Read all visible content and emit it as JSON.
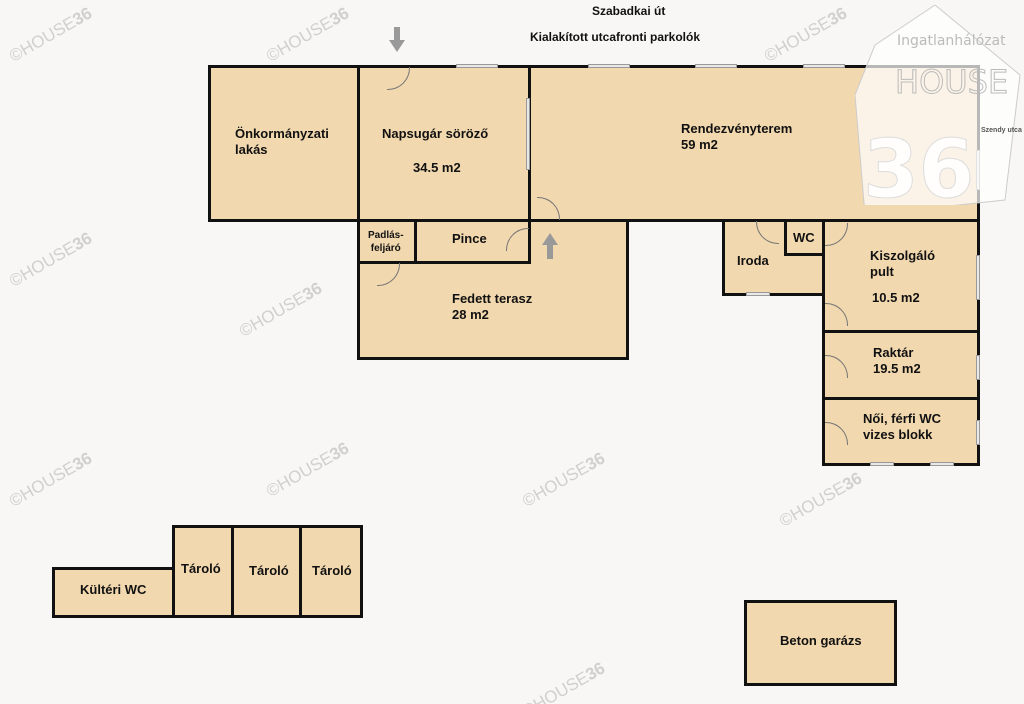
{
  "streets": {
    "top": "Szabadkai út",
    "parking": "Kialakított utcafronti parkolók",
    "right": "Szendy utca"
  },
  "rooms": {
    "onkormanyzati": {
      "line1": "Önkormányzati",
      "line2": "lakás"
    },
    "sorozo": {
      "name": "Napsugár söröző",
      "area": "34.5 m2"
    },
    "rendezveny": {
      "name": "Rendezvényterem",
      "area": "59 m2"
    },
    "padlas": {
      "line1": "Padlás-",
      "line2": "feljáró"
    },
    "pince": {
      "name": "Pince"
    },
    "terasz": {
      "name": "Fedett terasz",
      "area": "28 m2"
    },
    "iroda": {
      "name": "Iroda"
    },
    "wc": {
      "name": "WC"
    },
    "pult": {
      "line1": "Kiszolgáló",
      "line2": "pult",
      "area": "10.5 m2"
    },
    "raktar": {
      "name": "Raktár",
      "area": "19.5 m2"
    },
    "noiwc": {
      "line1": "Női, férfi WC",
      "line2": "vizes blokk"
    },
    "kulteri": {
      "name": "Kültéri WC"
    },
    "tarolo1": {
      "name": "Tároló"
    },
    "tarolo2": {
      "name": "Tároló"
    },
    "tarolo3": {
      "name": "Tároló"
    },
    "garazs": {
      "name": "Beton garázs"
    }
  },
  "watermark": {
    "text": "©HOUSE",
    "num": "36"
  },
  "logo": {
    "top": "Ingatlanhálózat",
    "brand": "HOUSE",
    "num": "36"
  },
  "colors": {
    "room_fill": "#f2d8ae",
    "wall": "#111111",
    "background": "#f8f7f5"
  }
}
